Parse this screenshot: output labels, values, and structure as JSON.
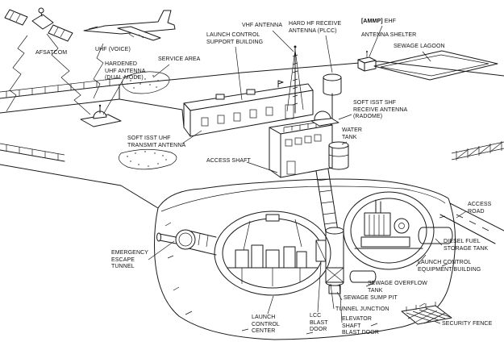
{
  "diagram": {
    "description": "Cutaway line diagram of a missile launch control facility with surface buildings, antennas and underground launch control center"
  },
  "colors": {
    "ink": "#1a1a1a",
    "background": "#ffffff"
  },
  "labels": {
    "afsatcom": "AFSATCOM",
    "uhf_voice": "UHF (VOICE)",
    "hardened_uhf_antenna": "HARDENED\nUHF ANTENNA\n(DUAL-MODE)",
    "service_area": "SERVICE AREA",
    "launch_control_support_building": "LAUNCH CONTROL\nSUPPORT BUILDING",
    "vhf_antenna": "VHF ANTENNA",
    "hard_hf_receive_antenna": "HARD HF RECEIVE\nANTENNA (PLCC)",
    "ammp_bold": "[AMMP]",
    "ammp_rest": " EHF",
    "ammp_line2": "ANTENNA SHELTER",
    "sewage_lagoon": "SEWAGE LAGOON",
    "soft_isst_shf_receive_antenna": "SOFT ISST SHF\nRECEIVE ANTENNA\n(RADOME)",
    "water_tank": "WATER\nTANK",
    "soft_isst_uhf_transmit_antenna": "SOFT ISST UHF\nTRANSMIT ANTENNA",
    "access_shaft": "ACCESS SHAFT",
    "access_road": "ACCESS\nROAD",
    "diesel_fuel_storage_tank": "DIESEL FUEL\nSTORAGE TANK",
    "launch_control_equipment_building": "LAUNCH CONTROL\nEQUIPMENT BUILDING",
    "sewage_overflow_tank": "SEWAGE OVERFLOW\nTANK",
    "sewage_sump_pit": "SEWAGE SUMP PIT",
    "tunnel_junction": "TUNNEL JUNCTION",
    "elevator_shaft_blast_door": "ELEVATOR\nSHAFT\nBLAST DOOR",
    "security_fence": "SECURITY FENCE",
    "emergency_escape_tunnel": "EMERGENCY\nESCAPE\nTUNNEL",
    "launch_control_center": "LAUNCH\nCONTROL\nCENTER",
    "lcc_blast_door": "LCC\nBLAST\nDOOR"
  }
}
